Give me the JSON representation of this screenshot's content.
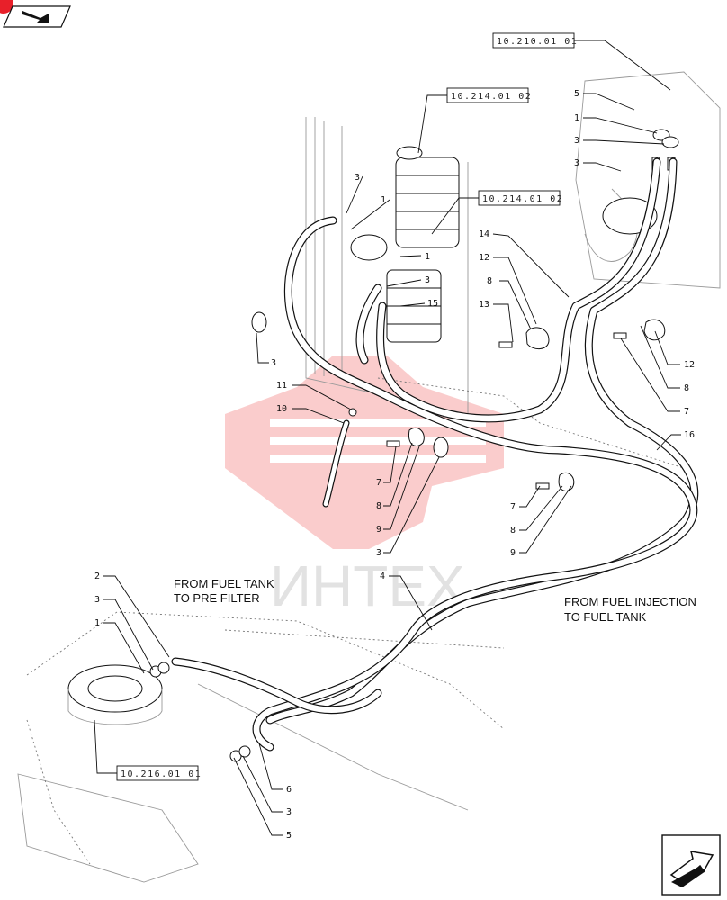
{
  "refs": {
    "r1": "10.210.01 01",
    "r2": "10.214.01 02",
    "r3": "10.214.01 02",
    "r4": "10.216.01 01"
  },
  "notes": {
    "pre_filter_line1": "FROM FUEL TANK",
    "pre_filter_line2": "TO PRE FILTER",
    "injection_line1": "FROM FUEL INJECTION",
    "injection_line2": "TO FUEL TANK"
  },
  "watermark": "ИНТЕХ",
  "colors": {
    "watermark_red": "#f04a4a",
    "badge_red": "#e8202a",
    "line": "#111111"
  },
  "icons": {
    "top_left": "fold-arrow-icon",
    "bottom_right": "next-page-arrow-icon"
  },
  "callouts": [
    "5",
    "1",
    "3",
    "3",
    "3",
    "1",
    "1",
    "3",
    "15",
    "14",
    "12",
    "8",
    "13",
    "12",
    "8",
    "7",
    "3",
    "11",
    "10",
    "7",
    "8",
    "9",
    "3",
    "16",
    "7",
    "8",
    "9",
    "4",
    "2",
    "3",
    "1",
    "6",
    "3",
    "5"
  ]
}
